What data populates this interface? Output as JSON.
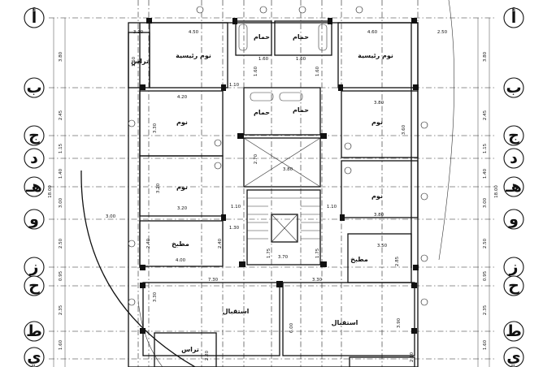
{
  "grid_labels": {
    "left": [
      "أ",
      "ب",
      "ج",
      "د",
      "هـ",
      "و",
      "ز",
      "ح",
      "ط",
      "ي"
    ],
    "right": [
      "أ",
      "ب",
      "ج",
      "د",
      "هـ",
      "و",
      "ز",
      "ح",
      "ط",
      "ي"
    ]
  },
  "rooms": {
    "bedroom_master_left": "نوم رئيسية",
    "bedroom_master_right": "نوم رئيسية",
    "bath_top_left": "حمام",
    "bath_top_right": "حمام",
    "bath_mid_left": "حمام",
    "bath_mid_right": "حمام",
    "terrace_top": "تراس",
    "bedroom_left_1": "نوم",
    "bedroom_left_2": "نوم",
    "bedroom_right_1": "نوم",
    "bedroom_right_2": "نوم",
    "kitchen_left": "مطبخ",
    "kitchen_right": "مطبخ",
    "reception_left": "استقبال",
    "reception_right": "استقبال",
    "terrace_bottom": "تراس"
  },
  "dims": {
    "top_left_1": "3.10",
    "top_left_2": "4.50",
    "top_right_1": "4.60",
    "top_right_2": "2.50",
    "bath_left_w": "1.60",
    "bath_right_w": "1.60",
    "bath_h_1": "1.60",
    "bath_h_2": "1.60",
    "corridor_w": "1.10",
    "bed_left_w": "4.20",
    "bed_right_w": "3.80",
    "bed_left_h": "3.30",
    "bed_right_h": "3.60",
    "bed2_left_h": "3.20",
    "bed2_left_w": "3.20",
    "bed2_right_w": "3.80",
    "stair_w": "3.80",
    "stair_h": "2.70",
    "mid_left": "3.00",
    "lobby_1": "1.10",
    "lobby_2": "1.10",
    "lobby_3": "1.30",
    "kitchen_left_w": "4.00",
    "kitchen_left_h": "2.40",
    "kitchen_right_w": "3.50",
    "kitchen_right_h": "2.85",
    "kitchen_small": "2.40",
    "stair_bottom": "3.70",
    "stair_side_1": "1.75",
    "stair_side_2": "1.75",
    "recep_left_w": "7.30",
    "recep_right_w": "3.30",
    "recep_left_h": "3.30",
    "recep_right_h": "6.00",
    "recep_right_h2": "3.90",
    "terrace_h": "2.20",
    "bottom_right_w": "2.10",
    "bath_mid_w": "1.60"
  },
  "axis_dims_left": [
    "3.80",
    "2.45",
    "1.15",
    "1.40",
    "3.00",
    "2.50",
    "0.95",
    "2.35",
    "1.60"
  ],
  "axis_dims_right": [
    "3.80",
    "2.45",
    "1.15",
    "1.40",
    "3.00",
    "2.50",
    "0.95",
    "2.35",
    "1.60"
  ],
  "axis_total_left": "18.00",
  "axis_total_right": "18.00"
}
